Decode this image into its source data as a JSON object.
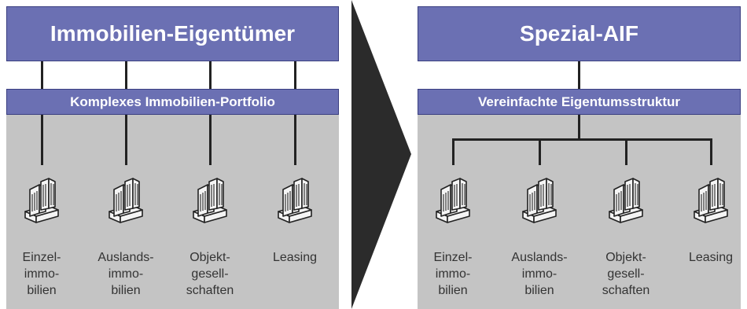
{
  "left": {
    "title": "Immobilien-Eigentümer",
    "subtitle": "Komplexes Immobilien-Portfolio",
    "items": [
      {
        "label": "Einzel-\nimmo-\nbilien",
        "icon": "building-icon"
      },
      {
        "label": "Auslands-\nimmo-\nbilien",
        "icon": "building-icon"
      },
      {
        "label": "Objekt-\ngesell-\nschaften",
        "icon": "building-icon"
      },
      {
        "label": "Leasing",
        "icon": "building-icon"
      }
    ]
  },
  "right": {
    "title": "Spezial-AIF",
    "subtitle": "Vereinfachte Eigentumsstruktur",
    "items": [
      {
        "label": "Einzel-\nimmo-\nbilien",
        "icon": "building-icon"
      },
      {
        "label": "Auslands-\nimmo-\nbilien",
        "icon": "building-icon"
      },
      {
        "label": "Objekt-\ngesell-\nschaften",
        "icon": "building-icon"
      },
      {
        "label": "Leasing",
        "icon": "building-icon"
      }
    ]
  },
  "colors": {
    "box_fill": "#6b70b3",
    "box_border": "#3a3f80",
    "panel_gray": "#c4c4c4",
    "arrow": "#2b2b2b"
  }
}
